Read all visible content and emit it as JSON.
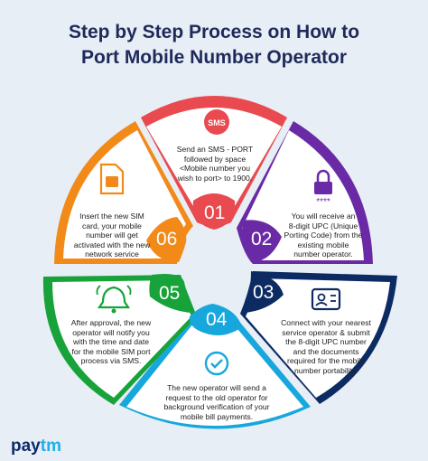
{
  "title": {
    "line1": "Step by Step Process on How to",
    "line2": "Port Mobile Number Operator"
  },
  "colors": {
    "background": "#e8eef5",
    "title": "#1f2a5a",
    "step1": "#e84a4f",
    "step2": "#6a2aa6",
    "step3": "#0d2b63",
    "step4": "#17a7dd",
    "step5": "#18a33a",
    "step6": "#f28a1a"
  },
  "steps": [
    {
      "number": "01",
      "icon": "sms-icon",
      "icon_text": "SMS",
      "text": [
        "Send an SMS - PORT",
        "followed by space",
        "<Mobile number you",
        "wish to port> to 1900."
      ]
    },
    {
      "number": "02",
      "icon": "lock-icon",
      "icon_text": "****",
      "text": [
        "You will receive an",
        "8-digit UPC (Unique",
        "Porting Code) from the",
        "existing mobile",
        "number operator."
      ]
    },
    {
      "number": "03",
      "icon": "id-card-icon",
      "text": [
        "Connect with your nearest",
        "service operator & submit",
        "the 8-digit UPC number",
        "and the documents",
        "required for the mobile",
        "number portability."
      ]
    },
    {
      "number": "04",
      "icon": "check-circle-icon",
      "text": [
        "The new operator will send a",
        "request to the old operator for",
        "background verification of your",
        "mobile bill payments."
      ]
    },
    {
      "number": "05",
      "icon": "bell-icon",
      "text": [
        "After approval, the new",
        "operator will notify you",
        "with the time and date",
        "for the mobile SIM port",
        "process via SMS."
      ]
    },
    {
      "number": "06",
      "icon": "sim-card-icon",
      "text": [
        "Insert the new SIM",
        "card, your mobile",
        "number will get",
        "activated with the new",
        "network service"
      ]
    }
  ],
  "brand": {
    "part1": "pay",
    "part2": "tm"
  }
}
